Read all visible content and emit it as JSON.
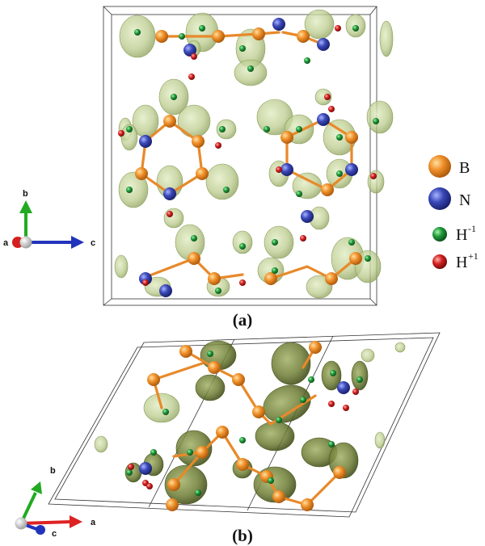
{
  "figure": {
    "panel_a_label": "(a)",
    "panel_b_label": "(b)"
  },
  "legend": {
    "items": [
      {
        "key": "boron",
        "label": "B",
        "sup": "",
        "color": "#f0902a"
      },
      {
        "key": "nitrogen",
        "label": "N",
        "sup": "",
        "color": "#3a48b8"
      },
      {
        "key": "hydride",
        "label": "H",
        "sup": "-1",
        "color": "#1f9a3a"
      },
      {
        "key": "proton",
        "label": "H",
        "sup": "+1",
        "color": "#d42020"
      }
    ]
  },
  "axes_a": {
    "b": "b",
    "c": "c",
    "a": "a"
  },
  "axes_b": {
    "b": "b",
    "c": "c",
    "a": "a"
  },
  "colors": {
    "isosurface": "#b8c98a",
    "isosurface_edge": "#8a9f5c",
    "isosurface_dark": "#5f6f2e",
    "bond_boron": "#e8892a",
    "axis_b": "#22aa22",
    "axis_c": "#2233bb",
    "axis_a": "#dd2222"
  }
}
